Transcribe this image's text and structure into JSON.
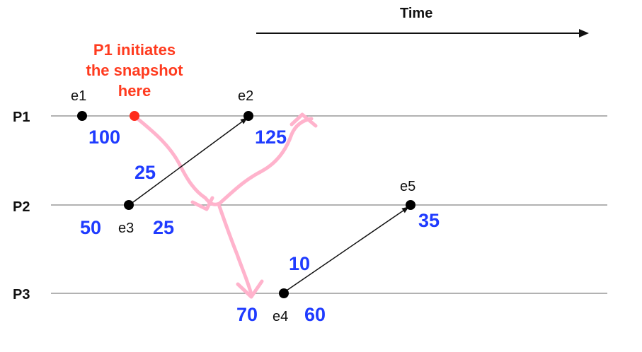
{
  "time_label": "Time",
  "annotation": [
    "P1 initiates",
    "the snapshot",
    "here"
  ],
  "processes": [
    {
      "id": "p1",
      "label": "P1"
    },
    {
      "id": "p2",
      "label": "P2"
    },
    {
      "id": "p3",
      "label": "P3"
    }
  ],
  "events": [
    {
      "id": "e1",
      "label": "e1"
    },
    {
      "id": "e2",
      "label": "e2"
    },
    {
      "id": "e3",
      "label": "e3"
    },
    {
      "id": "e4",
      "label": "e4"
    },
    {
      "id": "e5",
      "label": "e5"
    }
  ],
  "values": {
    "p1_initial": "100",
    "p1_after_e2": "125",
    "message_e3_e2": "25",
    "p2_initial": "50",
    "p2_after_e3": "25",
    "p2_after_e5": "35",
    "message_e4_e5": "10",
    "p3_initial": "70",
    "p3_after_e4": "60"
  },
  "colors": {
    "timeline": "#999999",
    "event_dot": "#000000",
    "snapshot_dot": "#ff2a1a",
    "value_text": "#1f3bff",
    "annotation_text": "#ff3b1f",
    "cut_line": "#ffb3cc"
  }
}
